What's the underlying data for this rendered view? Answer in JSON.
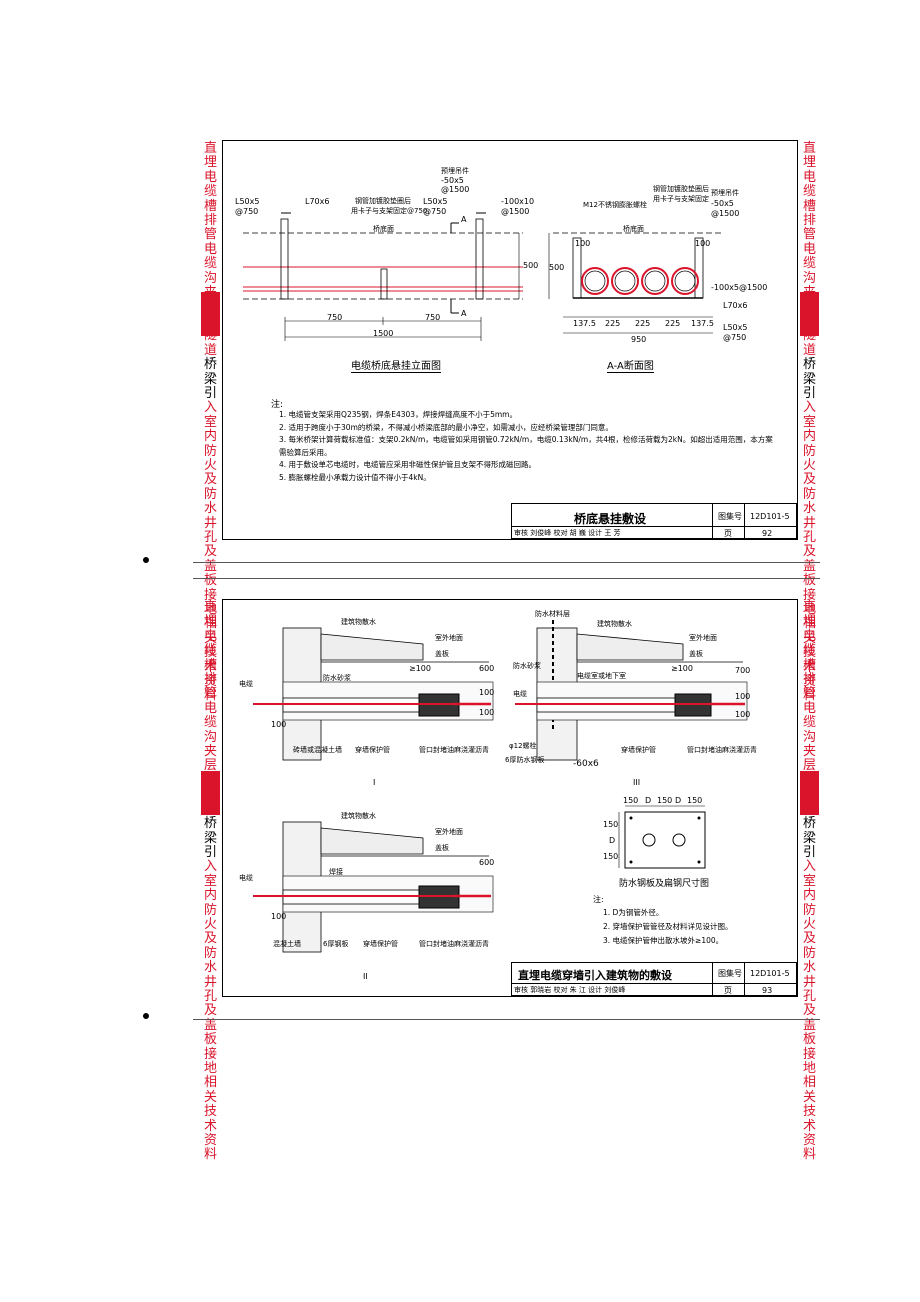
{
  "side_text": [
    "直",
    "埋",
    "电",
    "缆",
    "槽",
    "排",
    "管",
    "电",
    "缆",
    "沟",
    "夹",
    "层",
    "及",
    "隧",
    "道",
    "桥",
    "梁",
    "引",
    "入",
    "室",
    "内",
    "防",
    "火",
    "及",
    "防",
    "水",
    "井",
    "孔",
    "及",
    "盖",
    "板",
    "接",
    "地",
    "相",
    "关",
    "技",
    "术",
    "资",
    "料"
  ],
  "sheet1": {
    "title": "桥底悬挂敷设",
    "atlas_label": "图集号",
    "atlas_no": "12D101-5",
    "page_label": "页",
    "page_no": "92",
    "signoff": "审核 刘俊峰    校对 胡 巍    设计 王 芳",
    "elev_title": "电缆桥底悬挂立面图",
    "section_title": "A-A断面图",
    "notes_head": "注:",
    "notes": [
      "1. 电缆管支架采用Q235钢，焊条E4303，焊接焊缝高度不小于5mm。",
      "2. 适用于跨度小于30m的桥梁，不得减小桥梁底部的最小净空，如需减小，应经桥梁管理部门同意。",
      "3. 每米桥架计算荷载标准值：支架0.2kN/m，电缆管如采用钢管0.72kN/m，电缆0.13kN/m，共4根，检修活荷载为2kN。如超出适用范围，本方案需验算后采用。",
      "4. 用于敷设单芯电缆时，电缆管应采用非磁性保护管且支架不得形成磁回路。",
      "5. 膨胀螺栓最小承载力设计值不得小于4kN。"
    ],
    "labels": {
      "l50a": "L50x5",
      "l50a2": "@750",
      "l70": "L70x6",
      "clamp": "钢管加镀胶垫圈后",
      "clamp2": "用卡子与支架固定@750",
      "l50b": "L50x5",
      "l50b2": "@750",
      "hang": "预埋吊件",
      "hang2": "-50x5",
      "hang3": "@1500",
      "plate": "-100x10",
      "plate2": "@1500",
      "bridge": "桥底面",
      "secA": "A",
      "dim750a": "750",
      "dim750b": "750",
      "dim1500": "1500",
      "dim500": "500",
      "m12": "M12不锈钢膨胀螺栓",
      "clamp3": "钢管加镀胶垫圈后",
      "clamp4": "用卡子与支架固定",
      "hang4": "预埋吊件",
      "hang5": "-50x5",
      "hang6": "@1500",
      "bridge2": "桥底面",
      "d100a": "100",
      "d100b": "100",
      "d500b": "500",
      "flat": "-100x5@1500",
      "l70b": "L70x6",
      "l50c": "L50x5",
      "l50c2": "@750",
      "s1": "137.5",
      "s2": "225",
      "s3": "225",
      "s4": "225",
      "s5": "137.5",
      "s950": "950"
    }
  },
  "sheet2": {
    "title": "直埋电缆穿墙引入建筑物的敷设",
    "atlas_label": "图集号",
    "atlas_no": "12D101-5",
    "page_label": "页",
    "page_no": "93",
    "signoff": "审核 郭晓岩    校对 朱 江    设计 刘俊峰",
    "notes_head": "注:",
    "notes": [
      "1. D为钢管外径。",
      "2. 穿墙保护管管径及材料详见设计图。",
      "3. 电缆保护管伸出散水坡外≥100。"
    ],
    "plate_title": "防水钢板及扁钢尺寸图",
    "labels": {
      "drain1": "建筑物散水",
      "ground1": "室外地面",
      "cover1": "盖板",
      "ge100a": "≥100",
      "mortar1": "防水砂浆",
      "cable1": "电缆",
      "wall1": "砖墙或混凝土墙",
      "pipe1": "穿墙保护管",
      "seal1": "管口封堵油麻浇灌沥青",
      "d600a": "600",
      "d100c": "100",
      "d100d": "100",
      "d100e": "100",
      "roman1": "I",
      "waterproof": "防水材料层",
      "drain2": "建筑物散水",
      "ground2": "室外地面",
      "cover2": "盖板",
      "ge100b": "≥100",
      "mortar2": "防水砂浆",
      "cutoff": "电缆室或地下室",
      "cable2": "电缆",
      "bolt": "φ12螺栓",
      "steel6": "6厚防水钢板",
      "flat6": "-60x6",
      "pipe2": "穿墙保护管",
      "seal2": "管口封堵油麻浇灌沥青",
      "d700": "700",
      "d100f": "100",
      "d100g": "100",
      "roman3": "III",
      "drain3": "建筑物散水",
      "ground3": "室外地面",
      "cover3": "盖板",
      "weld": "焊接",
      "cable3": "电缆",
      "concrete": "混凝土墙",
      "steel6b": "6厚钢板",
      "pipe3": "穿墙保护管",
      "seal3": "管口封堵油麻浇灌沥青",
      "d600b": "600",
      "d100h": "100",
      "roman2": "II",
      "p150a": "150",
      "pD1": "D",
      "p150b": "150",
      "pD2": "D",
      "p150c": "150",
      "pv150a": "150",
      "pvD": "D",
      "pv150b": "150"
    }
  }
}
